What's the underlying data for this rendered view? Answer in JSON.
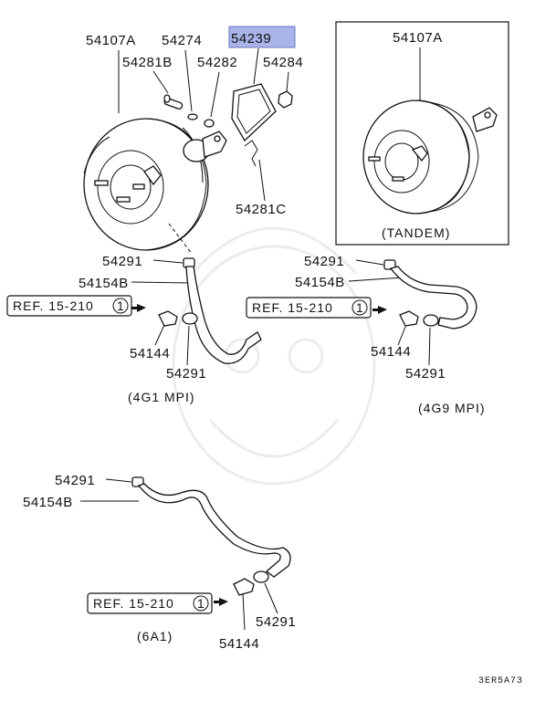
{
  "labels": {
    "booster_a": "54107A",
    "washer": "54274",
    "gasket_highlight": "54239",
    "pin": "54281B",
    "oring": "54282",
    "nut": "54284",
    "clip": "54281C",
    "tandem_booster": "54107A",
    "tandem": "(TANDEM)",
    "g1_clamp_top": "54291",
    "g1_hose": "54154B",
    "g1_ref": "REF. 15-210",
    "g1_ref_num": "1",
    "g1_valve": "54144",
    "g1_clamp_bottom": "54291",
    "g1_variant": "(4G1 MPI)",
    "g9_clamp_top": "54291",
    "g9_hose": "54154B",
    "g9_ref": "REF. 15-210",
    "g9_ref_num": "1",
    "g9_valve": "54144",
    "g9_clamp_bottom": "54291",
    "g9_variant": "(4G9 MPI)",
    "a1_clamp_top": "54291",
    "a1_hose": "54154B",
    "a1_ref": "REF. 15-210",
    "a1_ref_num": "1",
    "a1_valve": "54144",
    "a1_clamp_bottom": "54291",
    "a1_variant": "(6A1)",
    "figure_code": "3ER5A73"
  },
  "colors": {
    "highlight": "#a9b4e8",
    "line": "#111111"
  }
}
